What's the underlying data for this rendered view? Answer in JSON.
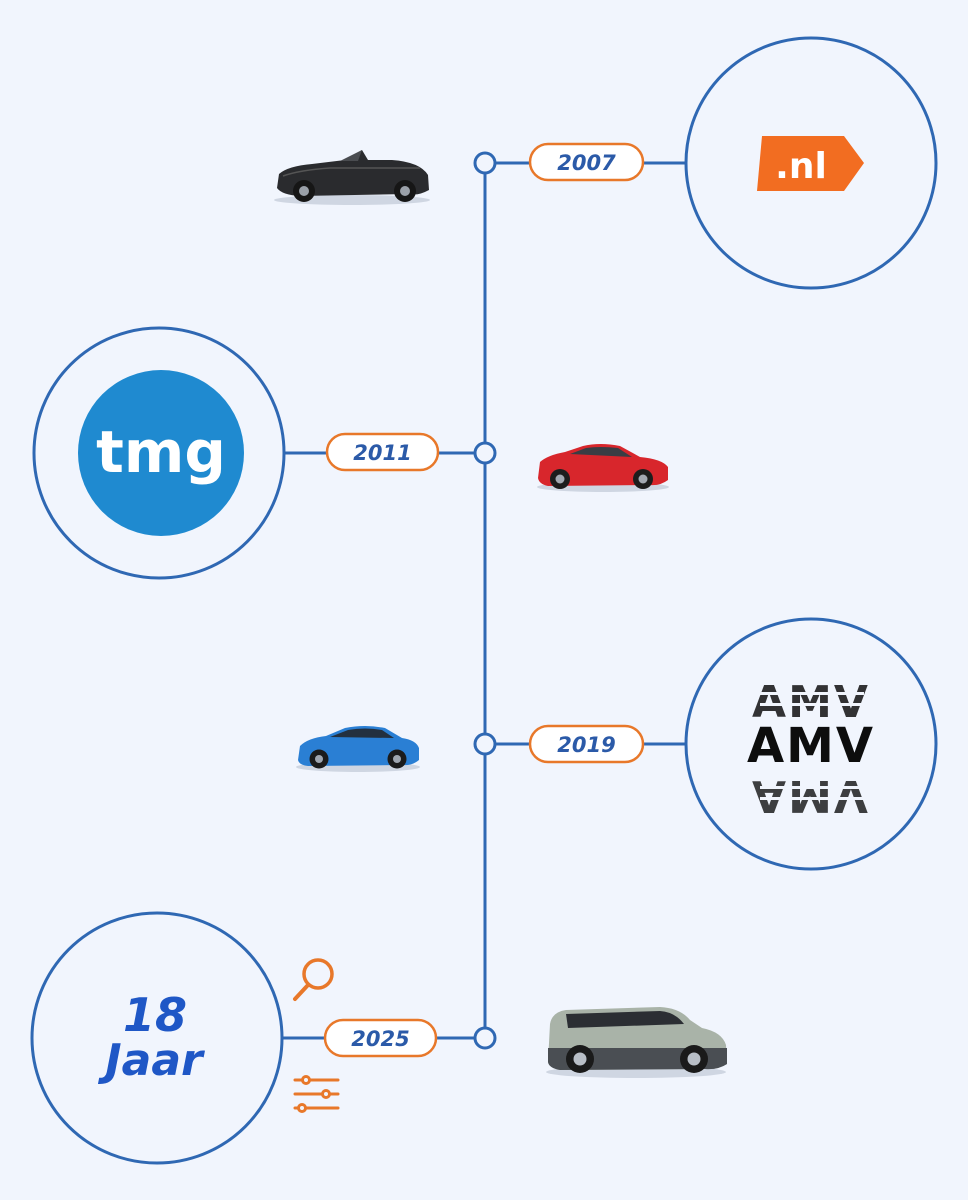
{
  "colors": {
    "background": "#f1f5fd",
    "line_blue": "#2f68b3",
    "label_orange": "#e8782a",
    "year_text": "#2b5aa8",
    "tmg_blue": "#1f8ad0",
    "nl_orange": "#f26d21",
    "jaar_blue": "#1f57c6"
  },
  "timeline": [
    {
      "year": "2007",
      "logo": ".nl",
      "car": "black-convertible-car"
    },
    {
      "year": "2011",
      "logo": "tmg",
      "car": "red-hatchback-car"
    },
    {
      "year": "2019",
      "logo": "AMV",
      "car": "blue-suv-coupe-car"
    },
    {
      "year": "2025",
      "logo": "18 Jaar",
      "car": "grey-compact-suv-car"
    }
  ],
  "anniversary": {
    "number": "18",
    "word": "Jaar"
  },
  "icons": [
    "search-icon",
    "sliders-icon"
  ]
}
